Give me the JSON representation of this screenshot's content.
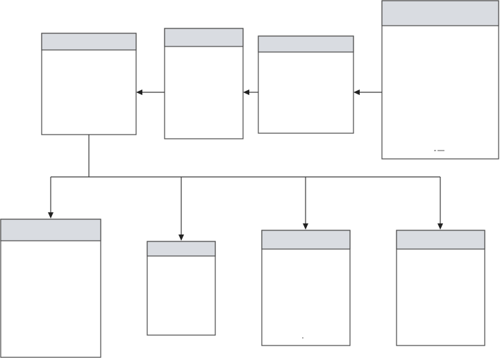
{
  "diagram": {
    "type": "entity-relationship",
    "entities": [
      {
        "id": "entity-top-1",
        "title": "",
        "fields": []
      },
      {
        "id": "entity-top-2",
        "title": "",
        "fields": []
      },
      {
        "id": "entity-top-3",
        "title": "",
        "fields": []
      },
      {
        "id": "entity-top-4",
        "title": "",
        "fields": []
      },
      {
        "id": "entity-bottom-1",
        "title": "",
        "fields": []
      },
      {
        "id": "entity-bottom-2",
        "title": "",
        "fields": []
      },
      {
        "id": "entity-bottom-3",
        "title": "",
        "fields": []
      },
      {
        "id": "entity-bottom-4",
        "title": "",
        "fields": []
      }
    ],
    "relations": [
      {
        "from": "entity-top-4",
        "to": "entity-top-3"
      },
      {
        "from": "entity-top-3",
        "to": "entity-top-2"
      },
      {
        "from": "entity-top-2",
        "to": "entity-top-1"
      },
      {
        "from": "entity-top-1",
        "to": "entity-bottom-1"
      },
      {
        "from": "entity-top-1",
        "to": "entity-bottom-2"
      },
      {
        "from": "entity-top-1",
        "to": "entity-bottom-3"
      },
      {
        "from": "entity-top-1",
        "to": "entity-bottom-4"
      }
    ],
    "colors": {
      "header_fill": "#d9dce1",
      "box_stroke": "#4a4a4a",
      "arrow": "#222222"
    }
  }
}
